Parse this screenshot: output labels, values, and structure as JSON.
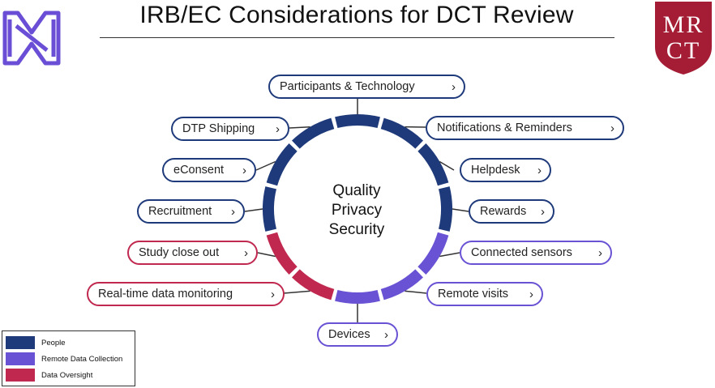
{
  "title": "IRB/EC Considerations for DCT Review",
  "logo_right_text": "MRCT",
  "center": {
    "line1": "Quality",
    "line2": "Privacy",
    "line3": "Security"
  },
  "colors": {
    "people": "#1f3a7a",
    "remote": "#6a52d4",
    "oversight": "#c0284f"
  },
  "nodes": [
    {
      "label": "Participants & Technology",
      "category": "people"
    },
    {
      "label": "Notifications & Reminders",
      "category": "people"
    },
    {
      "label": "Helpdesk",
      "category": "people"
    },
    {
      "label": "Rewards",
      "category": "people"
    },
    {
      "label": "Connected sensors",
      "category": "remote"
    },
    {
      "label": "Remote visits",
      "category": "remote"
    },
    {
      "label": "Devices",
      "category": "remote"
    },
    {
      "label": "Real-time data monitoring",
      "category": "oversight"
    },
    {
      "label": "Study close out",
      "category": "oversight"
    },
    {
      "label": "Recruitment",
      "category": "people"
    },
    {
      "label": "eConsent",
      "category": "people"
    },
    {
      "label": "DTP Shipping",
      "category": "people"
    }
  ],
  "chevron": "›",
  "legend": {
    "people": "People",
    "remote": "Remote Data Collection",
    "oversight": "Data Oversight"
  }
}
